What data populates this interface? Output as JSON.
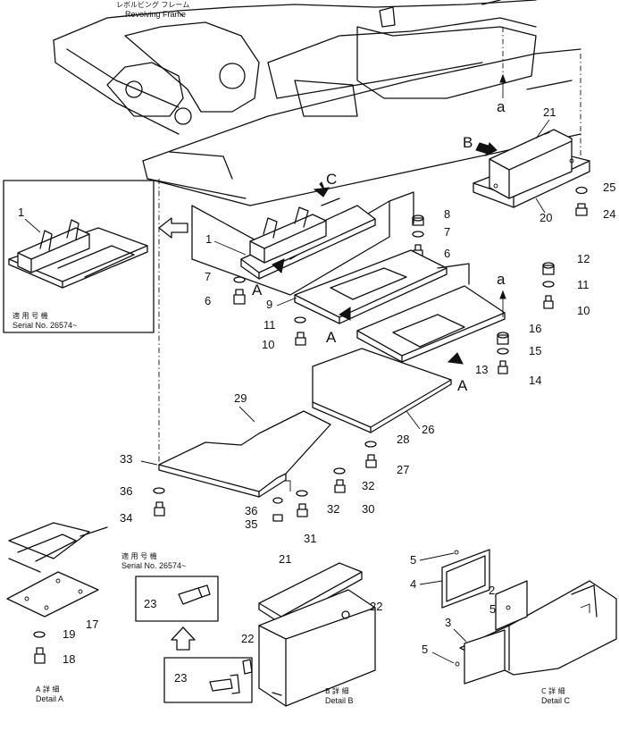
{
  "frame_label": {
    "jp": "レボルビング フレーム",
    "en": "Revolving Frame"
  },
  "serial_top": {
    "jp": "適 用 号 機",
    "en": "Serial No. 26574~"
  },
  "serial_bottom": {
    "jp": "適 用 号 機",
    "en": "Serial No. 26574~"
  },
  "detail_a": {
    "jp": "A 詳 細",
    "en": "Detail A"
  },
  "detail_b": {
    "jp": "B 詳 細",
    "en": "Detail B"
  },
  "detail_c": {
    "jp": "C 詳 細",
    "en": "Detail C"
  },
  "letters": {
    "a": "a",
    "A": "A",
    "B": "B",
    "C": "C"
  },
  "parts": {
    "p1": "1",
    "p2": "2",
    "p3": "3",
    "p4": "4",
    "p5": "5",
    "p6": "6",
    "p7": "7",
    "p8": "8",
    "p9": "9",
    "p10": "10",
    "p11": "11",
    "p12": "12",
    "p13": "13",
    "p14": "14",
    "p15": "15",
    "p16": "16",
    "p17": "17",
    "p18": "18",
    "p19": "19",
    "p20": "20",
    "p21": "21",
    "p22": "22",
    "p23": "23",
    "p24": "24",
    "p25": "25",
    "p26": "26",
    "p27": "27",
    "p28": "28",
    "p29": "29",
    "p30": "30",
    "p31": "31",
    "p32": "32",
    "p33": "33",
    "p34": "34",
    "p35": "35",
    "p36": "36"
  }
}
